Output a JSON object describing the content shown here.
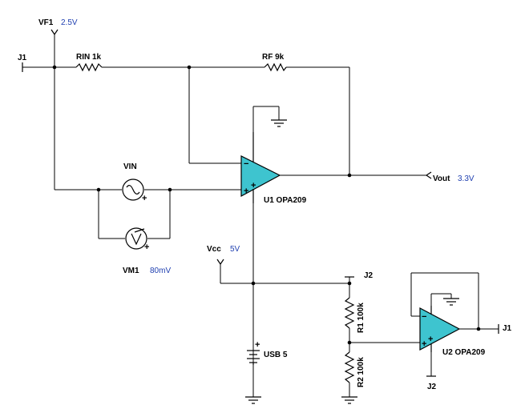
{
  "components": {
    "vf1": {
      "label": "VF1",
      "value": "2.5V"
    },
    "j1_in": {
      "label": "J1"
    },
    "rin": {
      "label": "RIN 1k"
    },
    "rf": {
      "label": "RF 9k"
    },
    "u1": {
      "label": "U1 OPA209"
    },
    "vin": {
      "label": "VIN"
    },
    "vm1": {
      "label": "VM1",
      "value": "80mV"
    },
    "vout": {
      "label": "Vout",
      "value": "3.3V"
    },
    "vcc": {
      "label": "Vcc",
      "value": "5V"
    },
    "j2_top": {
      "label": "J2"
    },
    "r1": {
      "label": "R1 100k"
    },
    "r2": {
      "label": "R2 100k"
    },
    "usb": {
      "label": "USB 5"
    },
    "u2": {
      "label": "U2 OPA209"
    },
    "j2_bottom": {
      "label": "J2"
    },
    "j1_out": {
      "label": "J1"
    }
  },
  "symbols": {
    "plus": "+",
    "minus": "−"
  },
  "colors": {
    "opamp_fill": "#3ec4cf",
    "value_text": "#1f3fb0"
  }
}
